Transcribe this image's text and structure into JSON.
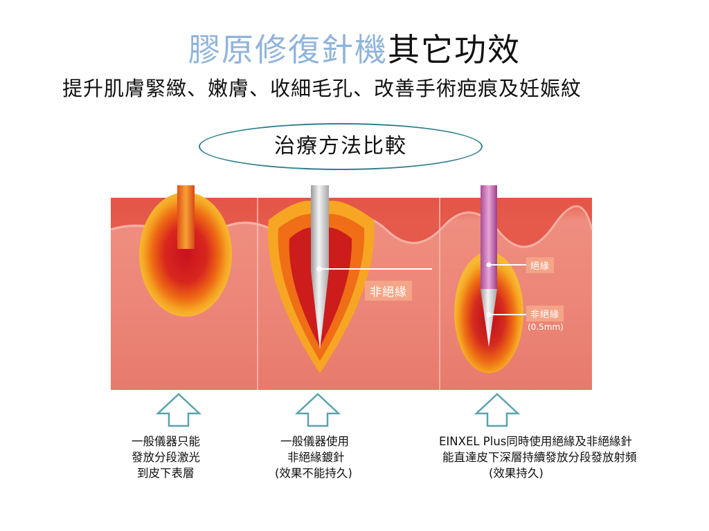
{
  "title": {
    "highlight": "膠原修復針機",
    "rest": "其它功效"
  },
  "subtitle": "提升肌膚緊緻、嫩膚、收細毛孔、改善手術疤痕及妊娠紋",
  "oval_label": "治療方法比較",
  "diagram": {
    "label_non_insulated": "非絕緣",
    "label_insulated": "絕緣",
    "label_non_insulated_2": "非絕緣",
    "label_size": "(0.5mm)"
  },
  "captions": [
    {
      "lines": [
        "一般儀器只能",
        "發放分段激光",
        "到皮下表層"
      ]
    },
    {
      "lines": [
        "一般儀器使用",
        "非絕緣鍍針",
        "(效果不能持久)"
      ]
    },
    {
      "lines": [
        "EINXEL Plus同時使用絕緣及非絕緣針",
        "能直達皮下深層持續發放分段發放射頻",
        "(效果持久)"
      ]
    }
  ],
  "colors": {
    "skin": "#eb8577",
    "arrow": "#5aa2ad",
    "label_bg": "#f4a487"
  }
}
